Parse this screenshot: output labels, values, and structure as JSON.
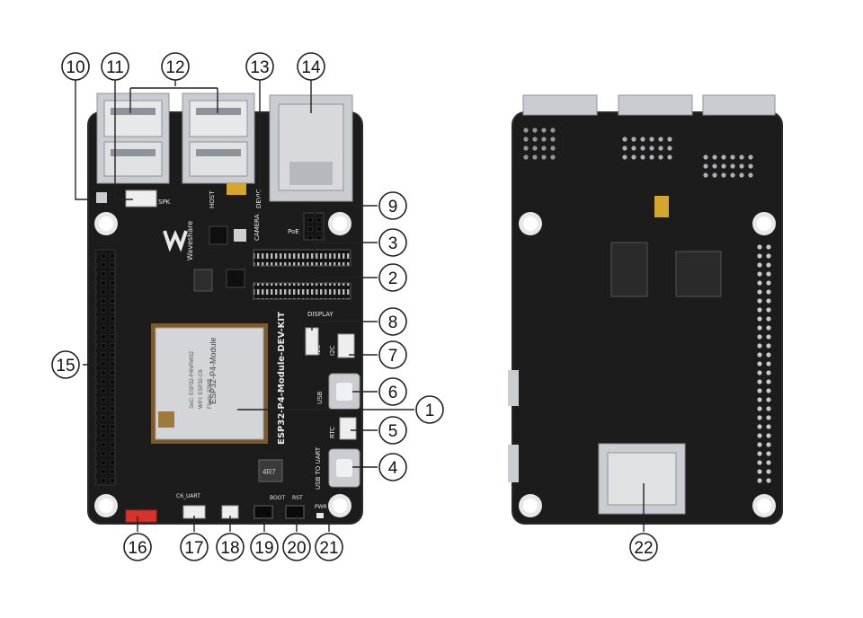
{
  "colors": {
    "pcb": "#1c1c1c",
    "pcb_edge": "#2a2a2a",
    "silk": "#e8e8e8",
    "metal": "#c9ccd0",
    "metal_dark": "#8e9398",
    "gold": "#d4a72c",
    "red": "#d8322c"
  },
  "board_front": {
    "brand": "Waveshare",
    "module_title": "ESP32-P4-Module",
    "module_lines": [
      "SoC: ESP32-P4NRW32",
      "WiFi: ESP32-C6",
      "Flash: 32MB"
    ],
    "board_name": "ESP32-P4-Module-DEV-KIT",
    "labels": {
      "spk": "SPK",
      "host": "HOST",
      "device": "DEVIC",
      "poe": "PoE",
      "camera": "CAMERA",
      "display": "DISPLAY",
      "i2c_a": "I2C",
      "i2c_b": "I2C",
      "usb": "USB",
      "rtc": "RTC",
      "usb_uart": "USB TO UART",
      "pwr": "PWR",
      "boot": "BOOT",
      "rst": "RST",
      "c6_uart": "C6_UART",
      "inductor": "4R7"
    }
  },
  "callouts": [
    "1",
    "2",
    "3",
    "4",
    "5",
    "6",
    "7",
    "8",
    "9",
    "10",
    "11",
    "12",
    "13",
    "14",
    "15",
    "16",
    "17",
    "18",
    "19",
    "20",
    "21",
    "22"
  ]
}
